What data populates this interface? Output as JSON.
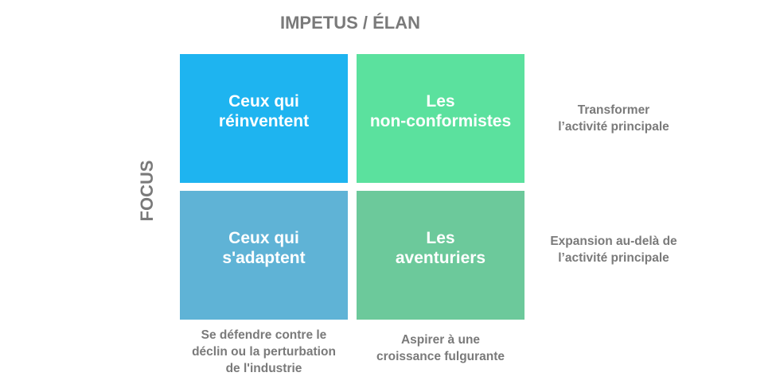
{
  "title": "IMPETUS / ÉLAN",
  "y_axis_label": "FOCUS",
  "quadrants": [
    {
      "line1": "Ceux qui",
      "line2": "réinventent",
      "color": "#1EB4F0"
    },
    {
      "line1": "Les",
      "line2": "non-conformistes",
      "color": "#5BE19E"
    },
    {
      "line1": "Ceux qui",
      "line2": "s'adaptent",
      "color": "#5FB3D6"
    },
    {
      "line1": "Les",
      "line2": "aventuriers",
      "color": "#6CC99B"
    }
  ],
  "row_labels": [
    {
      "line1": "Transformer",
      "line2": "l’activité principale"
    },
    {
      "line1": "Expansion au-delà de",
      "line2": "l’activité principale"
    }
  ],
  "column_labels": [
    {
      "line1": "Se défendre contre le",
      "line2": "déclin ou la perturbation",
      "line3": "de l'industrie"
    },
    {
      "line1": "Aspirer à une",
      "line2": "croissance fulgurante"
    }
  ]
}
